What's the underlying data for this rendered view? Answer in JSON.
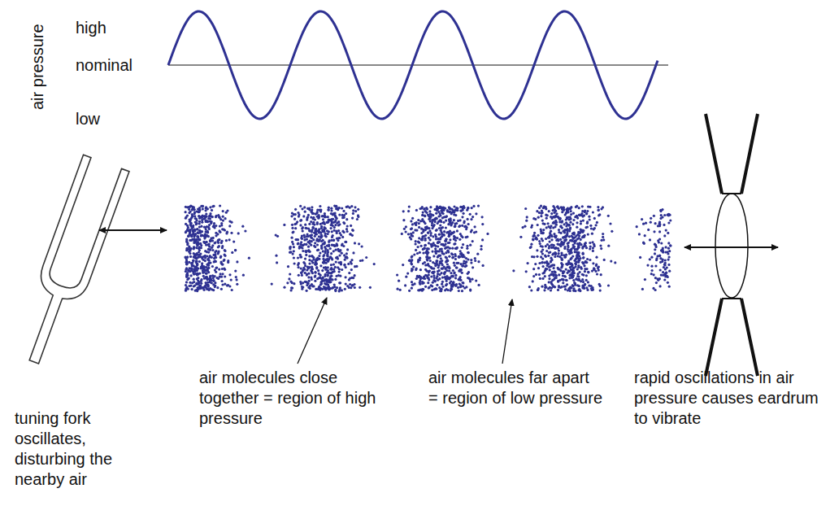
{
  "diagram": {
    "labels": [
      "air pressure",
      "high",
      "nominal",
      "low",
      "air molecules close together = region of high pressure",
      "air molecules far apart = region of low pressure",
      "tuning fork oscillates, disturbing the nearby air",
      "rapid oscillations in air pressure causes eardrum to vibrate"
    ]
  }
}
